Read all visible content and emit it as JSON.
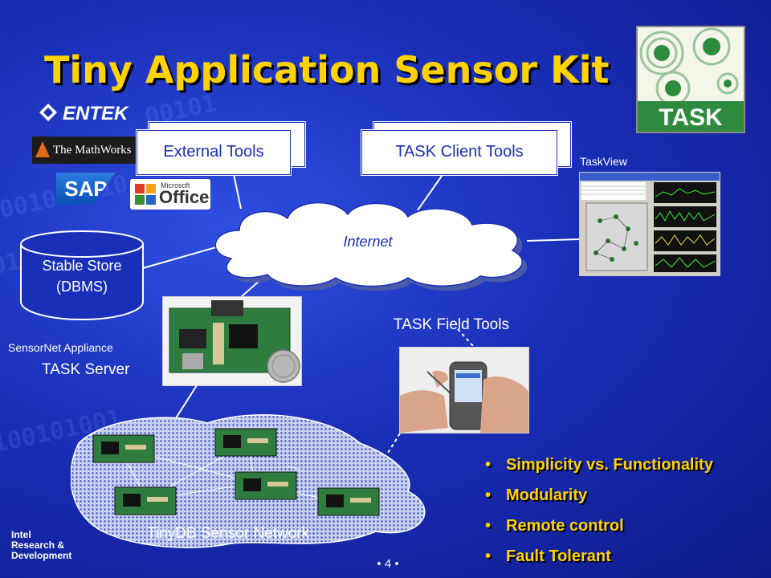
{
  "slide": {
    "title": "Tiny Application Sensor Kit",
    "page_number": "4"
  },
  "logos": {
    "task": "TASK",
    "entek": "ENTEK",
    "mathworks": "The MathWorks",
    "sap": "SAP",
    "office_small": "Microsoft",
    "office_big": "Office"
  },
  "boxes": {
    "external_tools": "External Tools",
    "client_tools": "TASK Client Tools"
  },
  "labels": {
    "taskview": "TaskView",
    "internet": "Internet",
    "stable_store_line1": "Stable Store",
    "stable_store_line2": "(DBMS)",
    "sensornet_appliance": "SensorNet Appliance",
    "task_server": "TASK Server",
    "field_tools": "TASK Field Tools",
    "sensor_network": "TinyDB Sensor Network"
  },
  "bullets": [
    "Simplicity vs. Functionality",
    "Modularity",
    "Remote control",
    "Fault Tolerant"
  ],
  "footer": {
    "line1": "Intel",
    "line2": "Research &",
    "line3": "Development"
  },
  "colors": {
    "background": "#1a2fb8",
    "title": "#ffd200",
    "bullet": "#ffd200"
  }
}
